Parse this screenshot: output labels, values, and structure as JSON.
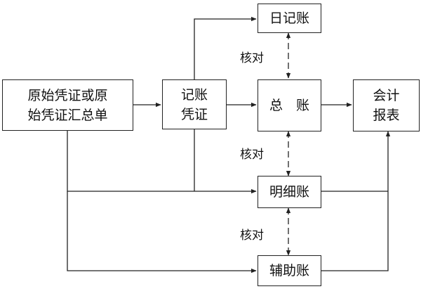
{
  "nodes": {
    "source_docs": {
      "line1": "原始凭证或原",
      "line2": "始凭证汇总单"
    },
    "voucher": {
      "line1": "记账",
      "line2": "凭证"
    },
    "journal": {
      "label": "日记账"
    },
    "ledger": {
      "label": "总　账"
    },
    "report": {
      "line1": "会计",
      "line2": "报表"
    },
    "detail": {
      "label": "明细账"
    },
    "aux": {
      "label": "辅助账"
    }
  },
  "edge_labels": {
    "check_top": "核对",
    "check_mid": "核对",
    "check_bottom": "核对"
  },
  "colors": {
    "line": "#222222",
    "box_border": "#222222",
    "text": "#111111"
  }
}
